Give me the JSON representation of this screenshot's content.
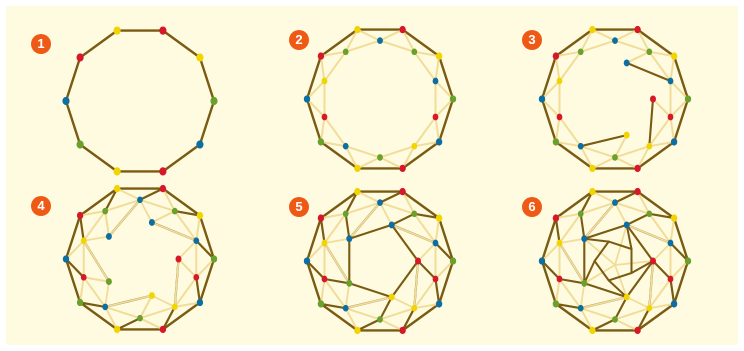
{
  "steps": [
    {
      "label": "1"
    },
    {
      "label": "2"
    },
    {
      "label": "3"
    },
    {
      "label": "4"
    },
    {
      "label": "5"
    },
    {
      "label": "6"
    }
  ],
  "colors": {
    "background": "#fffbe1",
    "badge": "#ee5a15",
    "stick_dark": "#7a5b12",
    "stick_light": "#f2dd98",
    "node_red": "#d7182a",
    "node_yellow": "#f2d400",
    "node_green": "#6aa12c",
    "node_blue": "#0d6ea2"
  }
}
